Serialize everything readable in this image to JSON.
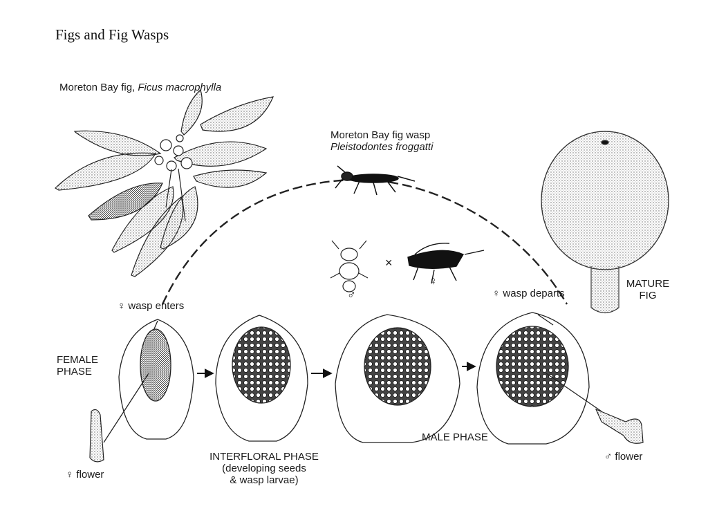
{
  "slide": {
    "title": "Figs and Fig Wasps"
  },
  "labels": {
    "fig_common": "Moreton Bay fig,",
    "fig_species": "Ficus macrophylla",
    "wasp_common": "Moreton Bay fig wasp",
    "wasp_species": "Pleistodontes froggatti",
    "wasp_enters": "♀ wasp enters",
    "wasp_departs": "♀ wasp departs",
    "mature_fig": [
      "MATURE",
      "FIG"
    ],
    "female_phase": [
      "FEMALE",
      "PHASE"
    ],
    "interfloral_phase": [
      "INTERFLORAL PHASE",
      "(developing seeds",
      "& wasp larvae)"
    ],
    "male_phase": "MALE PHASE",
    "female_flower": "♀ flower",
    "male_flower": "♂ flower",
    "male_symbol": "♂",
    "female_symbol": "♀",
    "cross_symbol": "×"
  }
}
